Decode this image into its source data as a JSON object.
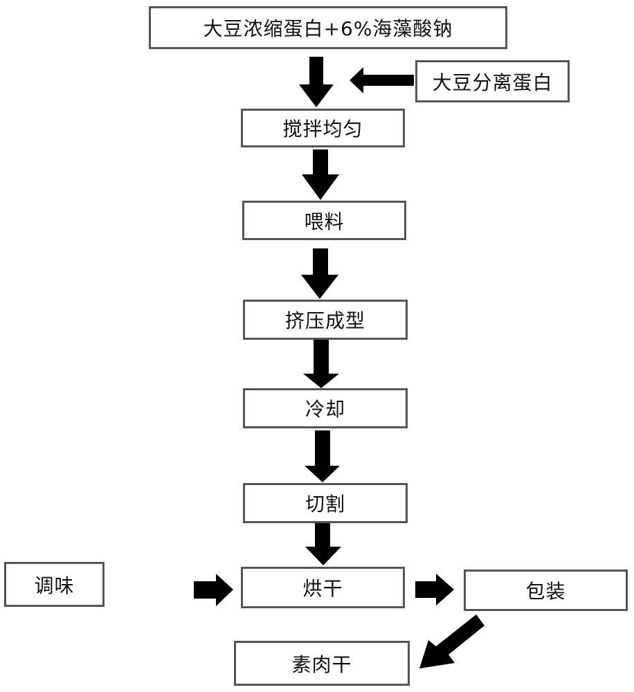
{
  "diagram": {
    "type": "process-flowchart",
    "colors": {
      "box_border": "#555555",
      "arrow": "#000000",
      "text": "#111111",
      "background": "#ffffff"
    },
    "nodes": [
      {
        "id": "raw_material",
        "label": "大豆浓缩蛋白+6%海藻酸钠"
      },
      {
        "id": "soy_isolate",
        "label": "大豆分离蛋白"
      },
      {
        "id": "mixing",
        "label": "搅拌均匀"
      },
      {
        "id": "feeding",
        "label": "喂料"
      },
      {
        "id": "extrusion",
        "label": "挤压成型"
      },
      {
        "id": "cooling",
        "label": "冷却"
      },
      {
        "id": "cutting",
        "label": "切割"
      },
      {
        "id": "seasoning",
        "label": "调味"
      },
      {
        "id": "drying",
        "label": "烘干"
      },
      {
        "id": "packaging",
        "label": "包装"
      },
      {
        "id": "product",
        "label": "素肉干"
      }
    ],
    "edges": [
      {
        "from": "raw_material",
        "to": "mixing"
      },
      {
        "from": "soy_isolate",
        "to": "mixing"
      },
      {
        "from": "mixing",
        "to": "feeding"
      },
      {
        "from": "feeding",
        "to": "extrusion"
      },
      {
        "from": "extrusion",
        "to": "cooling"
      },
      {
        "from": "cooling",
        "to": "cutting"
      },
      {
        "from": "cutting",
        "to": "drying"
      },
      {
        "from": "seasoning",
        "to": "drying"
      },
      {
        "from": "drying",
        "to": "packaging"
      },
      {
        "from": "packaging",
        "to": "product"
      }
    ]
  }
}
